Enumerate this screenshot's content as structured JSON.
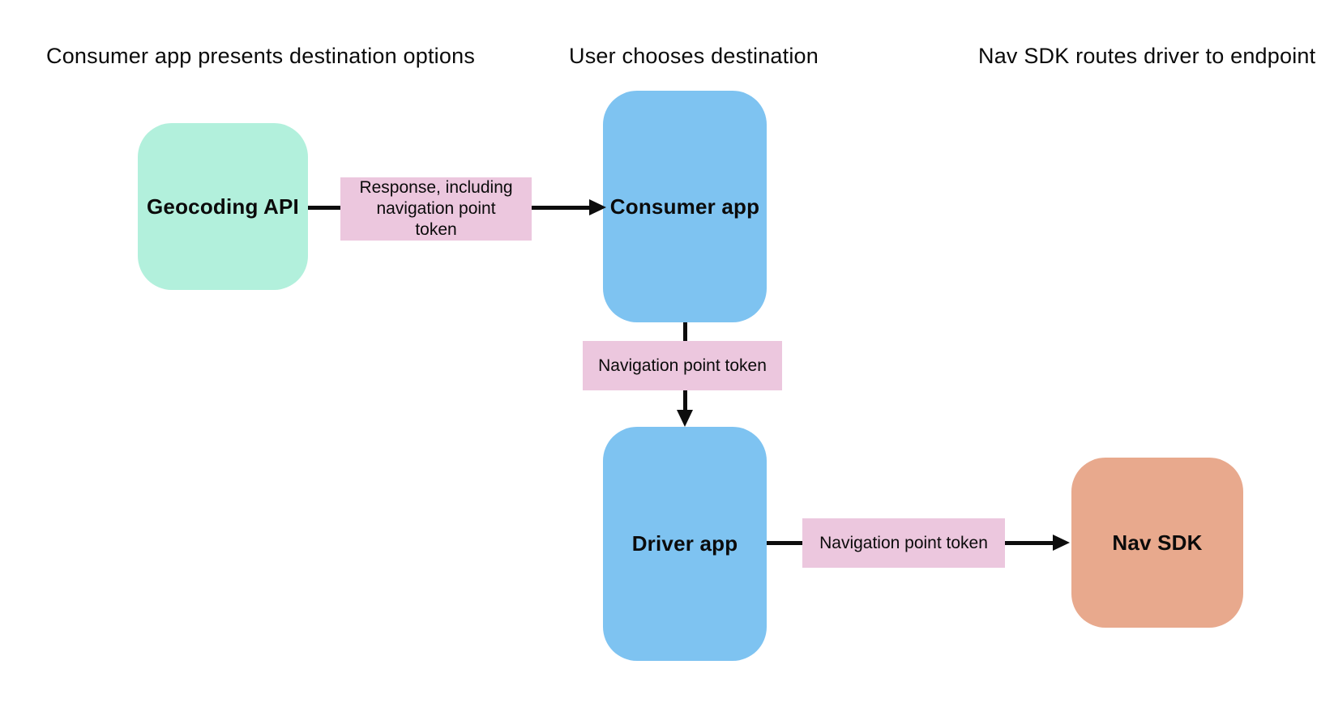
{
  "diagram": {
    "background": "#ffffff",
    "text_color": "#0b0b0b",
    "arrow_color": "#0d0d0d",
    "edge_label_bg": "#ecc7de",
    "stages": [
      {
        "label": "Consumer app presents destination options"
      },
      {
        "label": "User chooses destination"
      },
      {
        "label": "Nav SDK routes driver to endpoint"
      }
    ],
    "nodes": [
      {
        "id": "geocoding-api",
        "label": "Geocoding API",
        "color": "#b2f0dc"
      },
      {
        "id": "consumer-app",
        "label": "Consumer app",
        "color": "#7ec3f1"
      },
      {
        "id": "driver-app",
        "label": "Driver app",
        "color": "#7ec3f1"
      },
      {
        "id": "nav-sdk",
        "label": "Nav SDK",
        "color": "#e8a98d"
      }
    ],
    "edges": [
      {
        "from": "geocoding-api",
        "to": "consumer-app",
        "label": "Response, including navigation point token"
      },
      {
        "from": "consumer-app",
        "to": "driver-app",
        "label": "Navigation point token"
      },
      {
        "from": "driver-app",
        "to": "nav-sdk",
        "label": "Navigation point token"
      }
    ]
  }
}
